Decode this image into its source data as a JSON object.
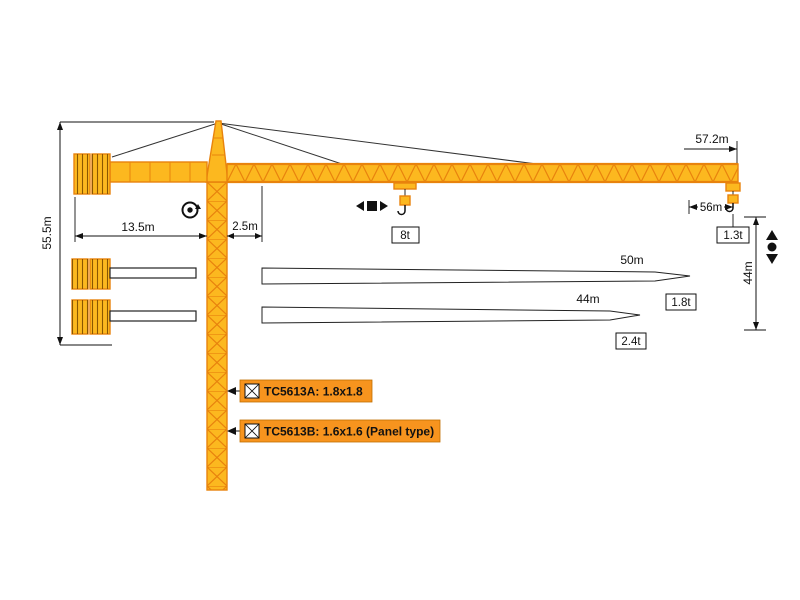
{
  "colors": {
    "crane_yellow": "#FCB81F",
    "crane_outline": "#E8830D",
    "label_bg": "#F7941E",
    "ink": "#111111"
  },
  "dimensions": {
    "total_height": "55.5m",
    "counterjib_length": "13.5m",
    "jib_root_offset": "2.5m",
    "jib_length": "57.2m",
    "max_hook_radius": "56m",
    "right_hook_height": "44m"
  },
  "loads": {
    "mid_span_load": "8t",
    "tip_load_56m": "1.3t",
    "tip_load_50m": "1.8t",
    "tip_load_44m": "2.4t"
  },
  "jib_variants": {
    "jib_50m": "50m",
    "jib_44m": "44m"
  },
  "models": {
    "model_a": "TC5613A: 1.8x1.8",
    "model_b": "TC5613B: 1.6x1.6 (Panel type)"
  }
}
